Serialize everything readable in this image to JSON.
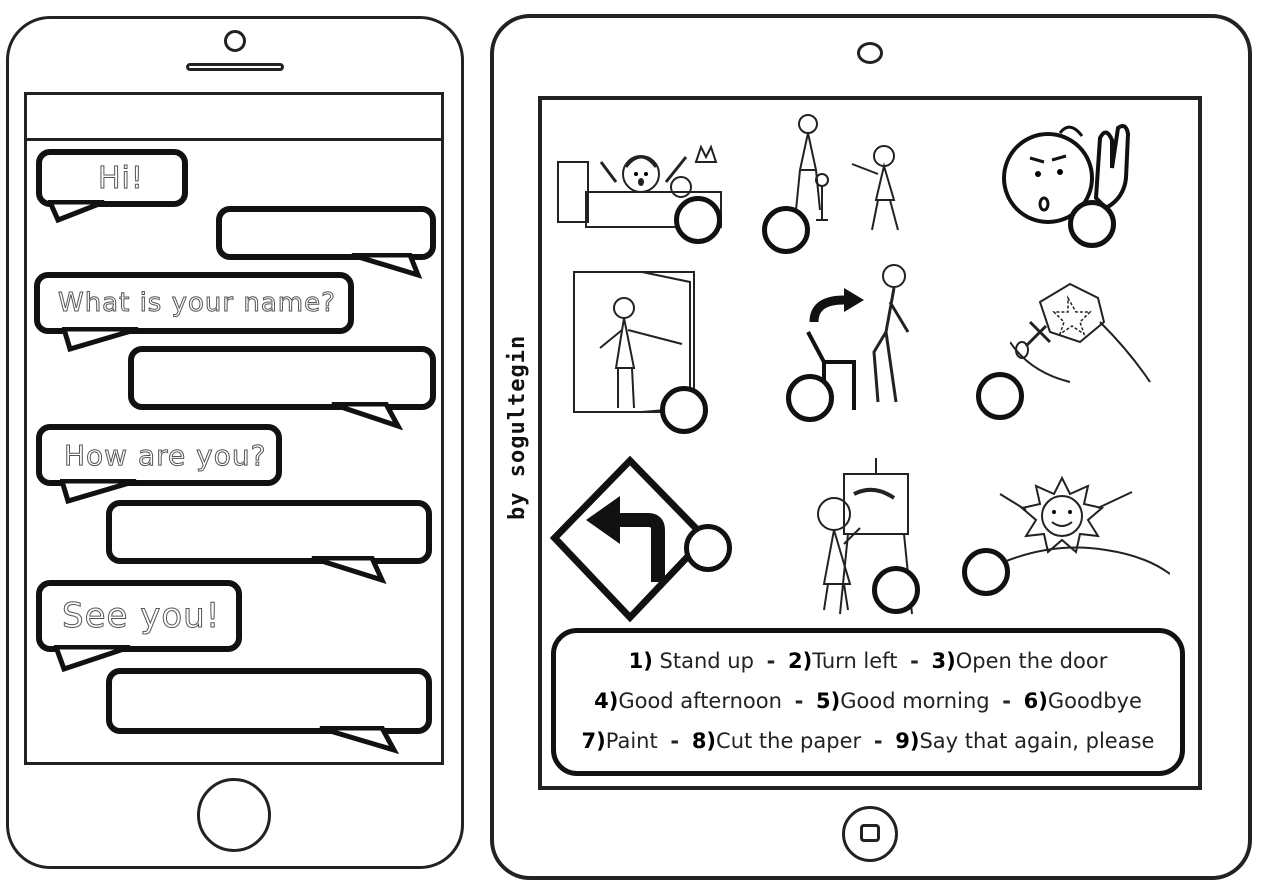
{
  "phone": {
    "bubbles": [
      {
        "text": "Hi!",
        "side": "left",
        "filled": true
      },
      {
        "text": "",
        "side": "right",
        "filled": false
      },
      {
        "text": "What is your name?",
        "side": "left",
        "filled": true
      },
      {
        "text": "",
        "side": "right",
        "filled": false
      },
      {
        "text": "How are you?",
        "side": "left",
        "filled": true
      },
      {
        "text": "",
        "side": "right",
        "filled": false
      },
      {
        "text": "See you!",
        "side": "left",
        "filled": true
      },
      {
        "text": "",
        "side": "right",
        "filled": false
      }
    ]
  },
  "tablet": {
    "signature": "by sogultegin",
    "pictures": [
      {
        "icon": "waking-up-child-icon"
      },
      {
        "icon": "greeting-people-icon"
      },
      {
        "icon": "confused-face-icon"
      },
      {
        "icon": "open-door-icon"
      },
      {
        "icon": "stand-up-chair-icon"
      },
      {
        "icon": "cut-paper-icon"
      },
      {
        "icon": "turn-left-sign-icon"
      },
      {
        "icon": "painting-child-icon"
      },
      {
        "icon": "sun-goodbye-icon"
      }
    ],
    "key": {
      "lines": [
        [
          {
            "num": "1)",
            "text": " Stand up"
          },
          {
            "num": "2)",
            "text": "Turn left"
          },
          {
            "num": "3)",
            "text": "Open the door"
          }
        ],
        [
          {
            "num": "4)",
            "text": "Good afternoon"
          },
          {
            "num": "5)",
            "text": "Good morning"
          },
          {
            "num": "6)",
            "text": "Goodbye"
          }
        ],
        [
          {
            "num": "7)",
            "text": "Paint"
          },
          {
            "num": "8)",
            "text": "Cut the paper"
          },
          {
            "num": "9)",
            "text": "Say that again, please"
          }
        ]
      ],
      "separator": "-"
    }
  }
}
